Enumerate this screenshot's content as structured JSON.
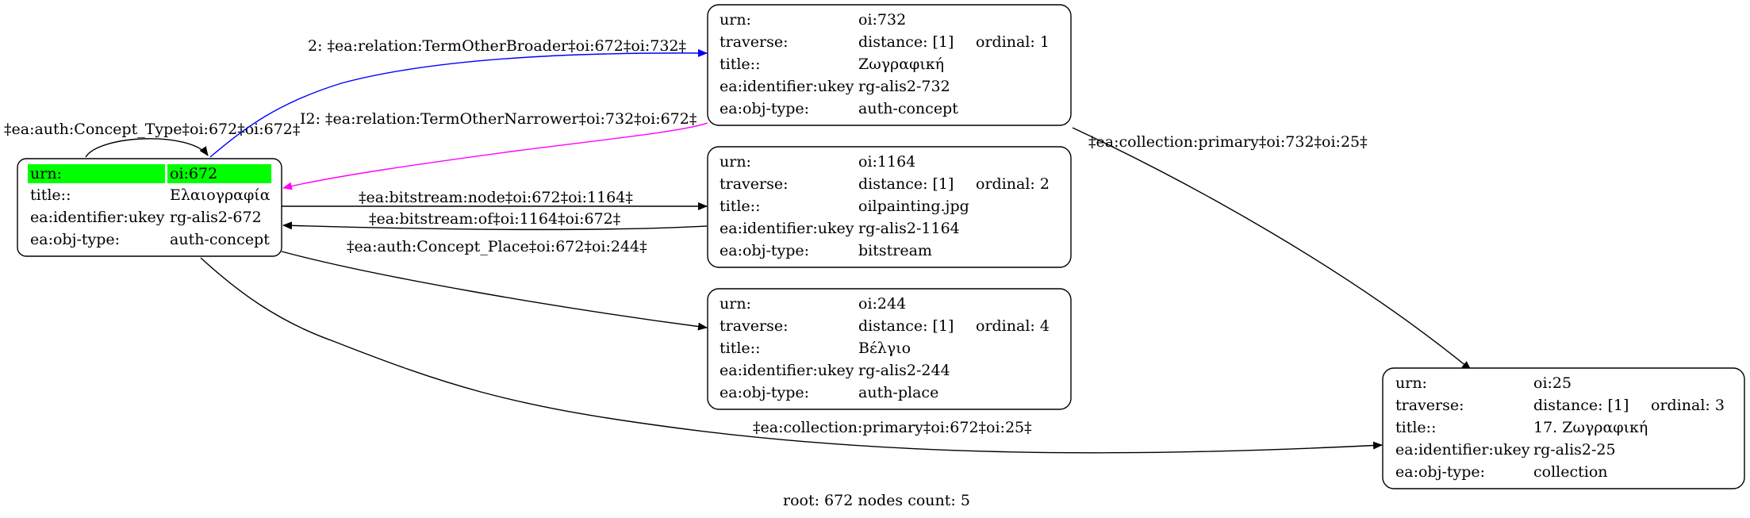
{
  "colors": {
    "root_highlight": "#00ff00",
    "edge_default": "#000000",
    "edge_broader": "#0000ff",
    "edge_narrower": "#ff00ff"
  },
  "nodes": [
    {
      "id": "n672",
      "rows": [
        {
          "key": "urn:",
          "value": "oi:672"
        },
        {
          "key": "title::",
          "value": "Ελαιογραφία"
        },
        {
          "key": "ea:identifier:ukey",
          "value": "rg-alis2-672"
        },
        {
          "key": "ea:obj-type:",
          "value": "auth-concept"
        }
      ]
    },
    {
      "id": "n732",
      "rows": [
        {
          "key": "urn:",
          "value": "oi:732"
        },
        {
          "key": "traverse:",
          "value": "distance: [1]",
          "extra": "ordinal: 1"
        },
        {
          "key": "title::",
          "value": "Ζωγραφική"
        },
        {
          "key": "ea:identifier:ukey",
          "value": "rg-alis2-732"
        },
        {
          "key": "ea:obj-type:",
          "value": "auth-concept"
        }
      ]
    },
    {
      "id": "n1164",
      "rows": [
        {
          "key": "urn:",
          "value": "oi:1164"
        },
        {
          "key": "traverse:",
          "value": "distance: [1]",
          "extra": "ordinal: 2"
        },
        {
          "key": "title::",
          "value": "oilpainting.jpg"
        },
        {
          "key": "ea:identifier:ukey",
          "value": "rg-alis2-1164"
        },
        {
          "key": "ea:obj-type:",
          "value": "bitstream"
        }
      ]
    },
    {
      "id": "n244",
      "rows": [
        {
          "key": "urn:",
          "value": "oi:244"
        },
        {
          "key": "traverse:",
          "value": "distance: [1]",
          "extra": "ordinal: 4"
        },
        {
          "key": "title::",
          "value": "Βέλγιο"
        },
        {
          "key": "ea:identifier:ukey",
          "value": "rg-alis2-244"
        },
        {
          "key": "ea:obj-type:",
          "value": "auth-place"
        }
      ]
    },
    {
      "id": "n25",
      "rows": [
        {
          "key": "urn:",
          "value": "oi:25"
        },
        {
          "key": "traverse:",
          "value": "distance: [1]",
          "extra": "ordinal: 3"
        },
        {
          "key": "title::",
          "value": "17. Ζωγραφική"
        },
        {
          "key": "ea:identifier:ukey",
          "value": "rg-alis2-25"
        },
        {
          "key": "ea:obj-type:",
          "value": "collection"
        }
      ]
    }
  ],
  "edges": [
    {
      "id": "self672",
      "label": "‡ea:auth:Concept_Type‡oi:672‡oi:672‡"
    },
    {
      "id": "broader",
      "label": "2: ‡ea:relation:TermOtherBroader‡oi:672‡oi:732‡"
    },
    {
      "id": "narrower",
      "label": "I2: ‡ea:relation:TermOtherNarrower‡oi:732‡oi:672‡"
    },
    {
      "id": "bsnode",
      "label": "‡ea:bitstream:node‡oi:672‡oi:1164‡"
    },
    {
      "id": "bsof",
      "label": "‡ea:bitstream:of‡oi:1164‡oi:672‡"
    },
    {
      "id": "place",
      "label": "‡ea:auth:Concept_Place‡oi:672‡oi:244‡"
    },
    {
      "id": "coll732",
      "label": "‡ea:collection:primary‡oi:732‡oi:25‡"
    },
    {
      "id": "coll672",
      "label": "‡ea:collection:primary‡oi:672‡oi:25‡"
    }
  ],
  "footer": "root: 672 nodes count: 5"
}
